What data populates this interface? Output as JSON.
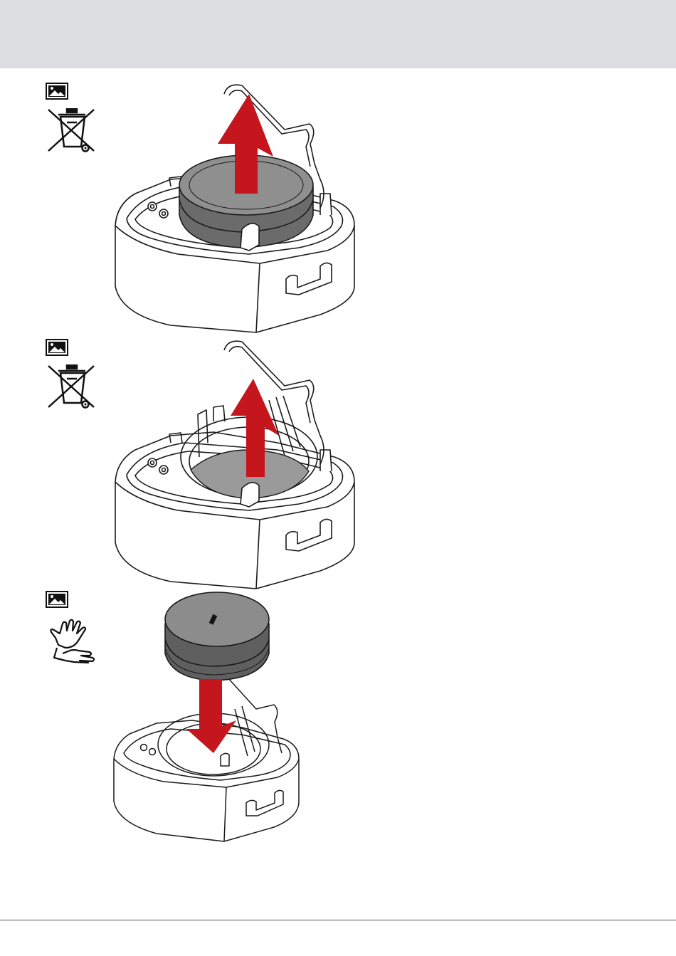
{
  "header": {
    "band_color": "#dcdde1"
  },
  "steps": [
    {
      "index": 1,
      "marker_icon": "image-icon",
      "symbol_icon": "crossed-out-wheelie-bin-icon",
      "illustration": "remove-battery-pack-upward",
      "arrow": "up"
    },
    {
      "index": 2,
      "marker_icon": "image-icon",
      "symbol_icon": "crossed-out-wheelie-bin-icon",
      "illustration": "lift-battery-out-of-housing",
      "arrow": "up"
    },
    {
      "index": 3,
      "marker_icon": "image-icon",
      "symbol_icon": "gloved-hands-icon",
      "illustration": "insert-new-battery-downward",
      "arrow": "down"
    }
  ],
  "colors": {
    "arrow": "#c4161c",
    "line": "#1a1a1a",
    "battery": "#8c8c8c",
    "battery_dark": "#5f5f5f"
  }
}
